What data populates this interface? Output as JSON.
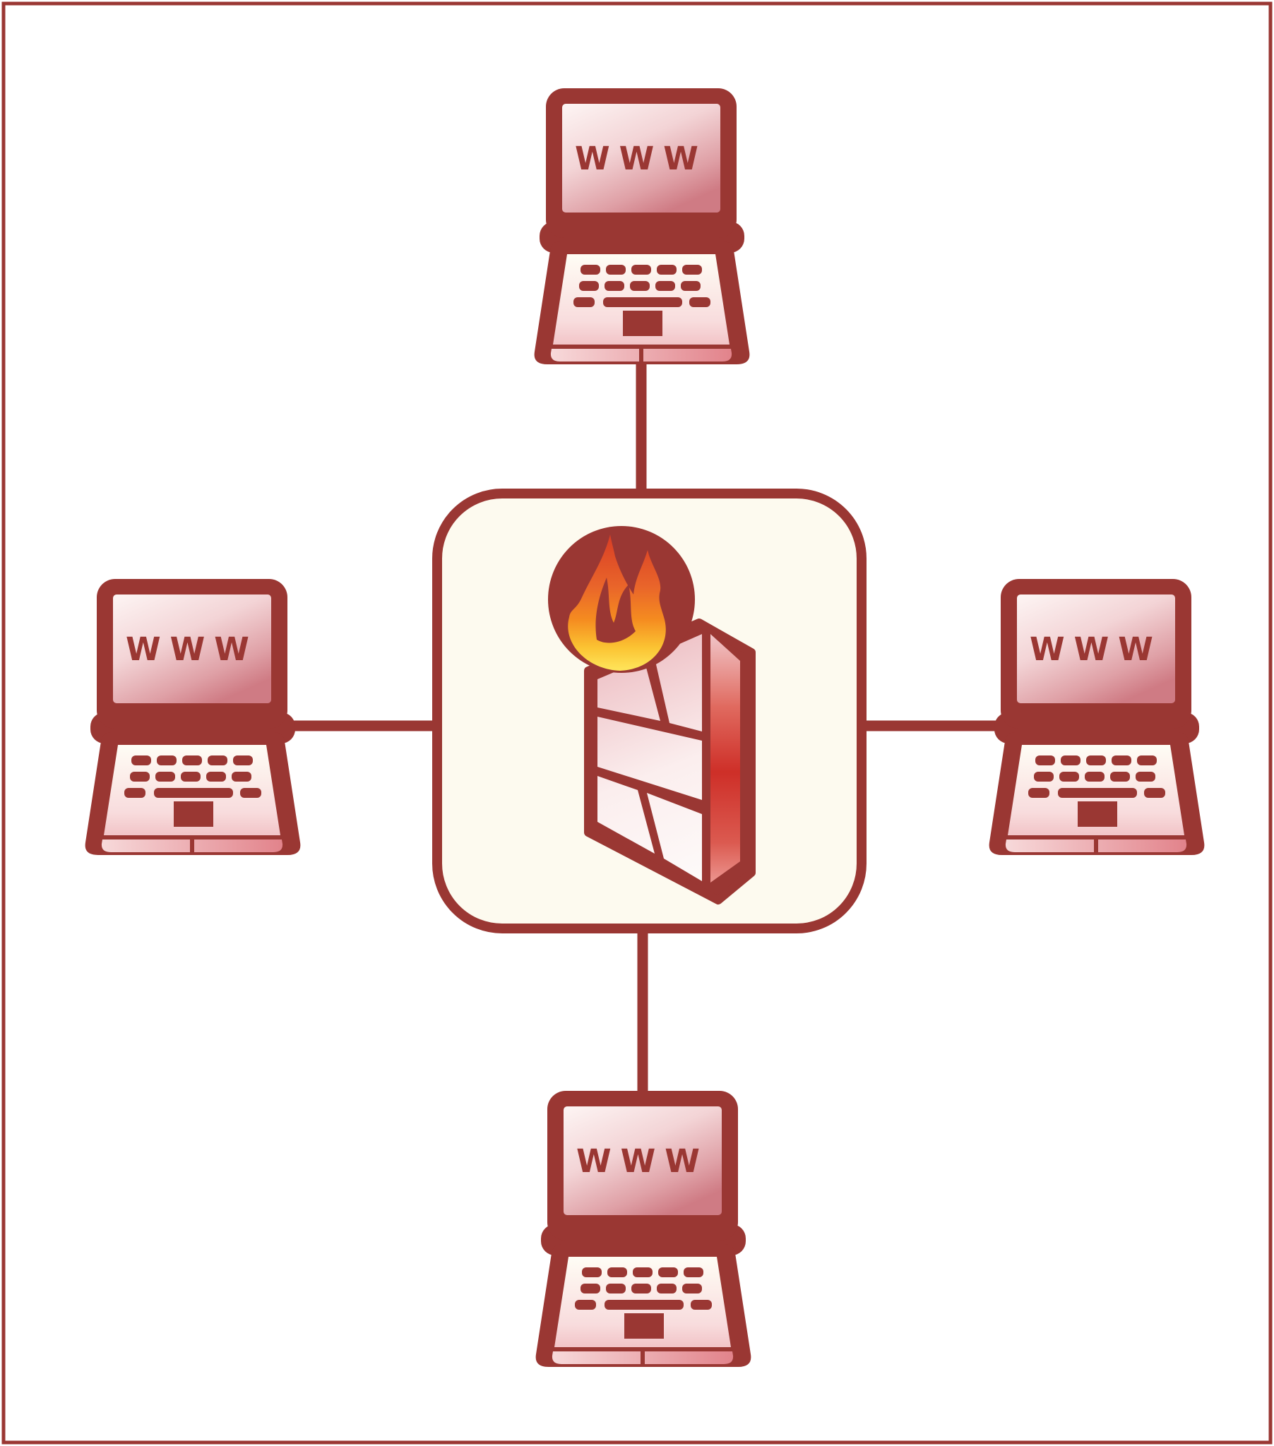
{
  "page": {
    "background": "#ffffff",
    "border_color": "#9a3733"
  },
  "diagram": {
    "type": "network-topology",
    "description": "Four WWW laptops connected to a central firewall",
    "center_node": {
      "id": "firewall",
      "kind": "firewall",
      "icons": [
        "flame-icon",
        "brick-wall-icon"
      ],
      "fill": "#fdfaef",
      "border": "#9a3733"
    },
    "nodes": [
      {
        "id": "www-laptop-top",
        "kind": "laptop",
        "label": "WWW",
        "position": "top"
      },
      {
        "id": "www-laptop-left",
        "kind": "laptop",
        "label": "WWW",
        "position": "left"
      },
      {
        "id": "www-laptop-right",
        "kind": "laptop",
        "label": "WWW",
        "position": "right"
      },
      {
        "id": "www-laptop-bottom",
        "kind": "laptop",
        "label": "WWW",
        "position": "bottom"
      }
    ],
    "edges": [
      {
        "from": "www-laptop-top",
        "to": "firewall"
      },
      {
        "from": "www-laptop-left",
        "to": "firewall"
      },
      {
        "from": "www-laptop-right",
        "to": "firewall"
      },
      {
        "from": "www-laptop-bottom",
        "to": "firewall"
      }
    ],
    "colors": {
      "ink": "#9a3733",
      "screen_light": "#fcf3f2",
      "screen_dark": "#cf7b84",
      "deck_light": "#fffdf5",
      "deck_dark": "#f2c4c7",
      "box_fill": "#fdfaef",
      "flame_red": "#dd4626",
      "flame_orange": "#f07d1e",
      "flame_yellow": "#ffe554",
      "wall_side_red": "#ce2f28",
      "brick_pink": "#eab3b9"
    }
  }
}
